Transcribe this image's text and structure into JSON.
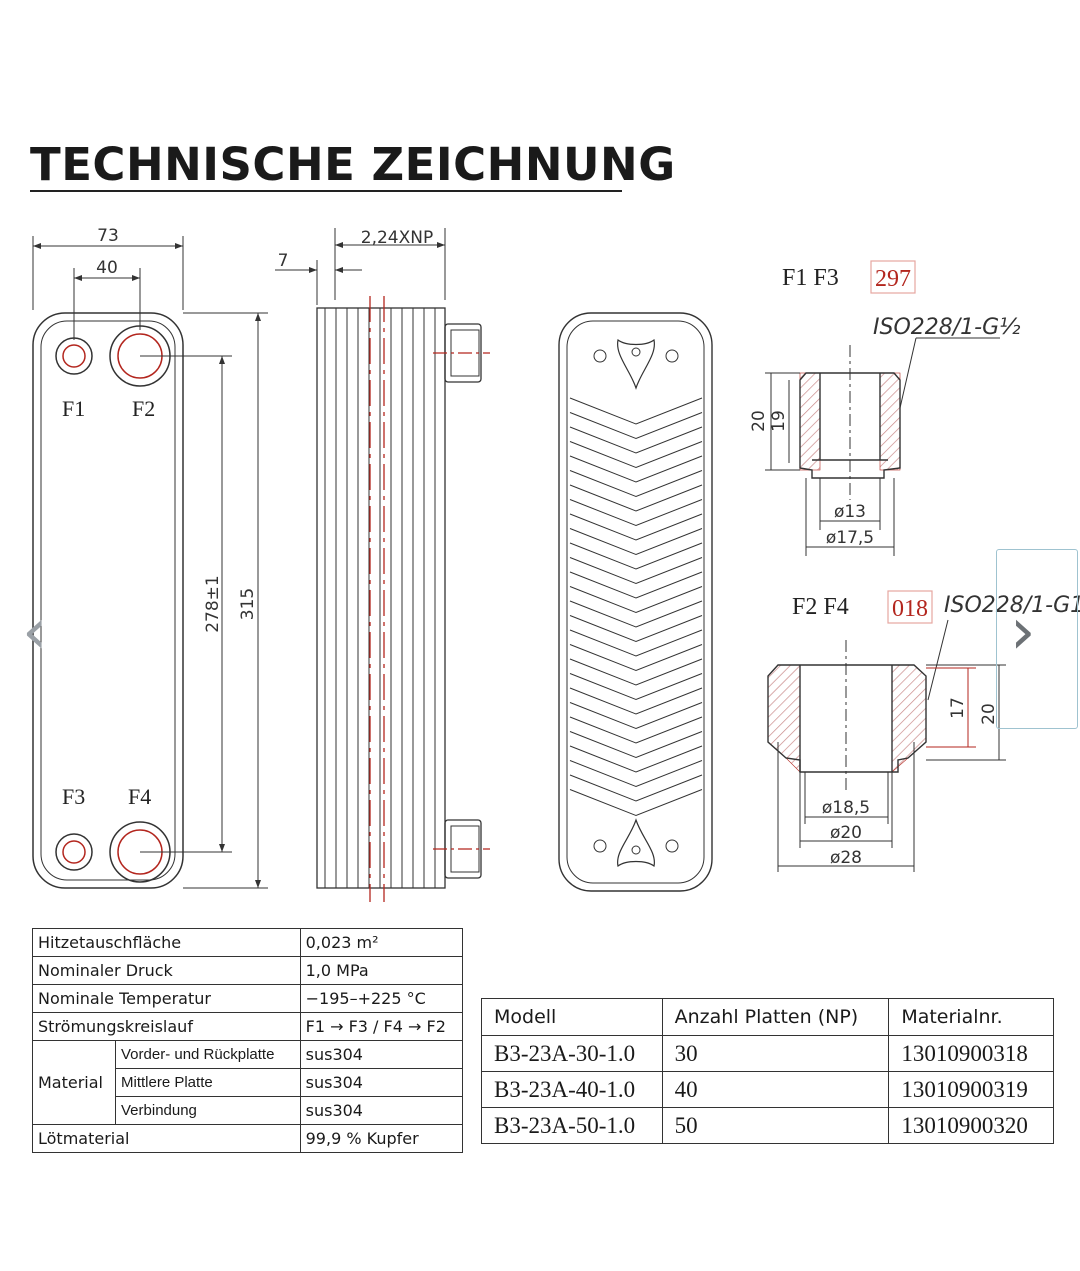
{
  "title": "TECHNISCHE ZEICHNUNG",
  "front_view": {
    "dim_width": "73",
    "dim_port_spacing": "40",
    "dim_port_height": "278±1",
    "dim_height": "315",
    "ports": [
      "F1",
      "F2",
      "F3",
      "F4"
    ]
  },
  "side_view": {
    "dim_thickness": "2,24XNP",
    "dim_offset": "7"
  },
  "detail_f1_f3": {
    "ports": "F1 F3",
    "code": "297",
    "thread": "ISO228/1-G½",
    "dim_height_outer": "20",
    "dim_height_inner": "19",
    "dim_bore": "ø13",
    "dim_outer": "ø17,5"
  },
  "detail_f2_f4": {
    "ports": "F2 F4",
    "code": "018",
    "thread": "ISO228/1-G1",
    "dim_height_inner": "17",
    "dim_height_outer": "20",
    "dim_bore": "ø18,5",
    "dim_mid": "ø20",
    "dim_outer": "ø28"
  },
  "specs": {
    "rows": [
      {
        "key": "Hitzetauschfläche",
        "value": "0,023 m²"
      },
      {
        "key": "Nominaler Druck",
        "value": "1,0 MPa"
      },
      {
        "key": "Nominale Temperatur",
        "value": "−195–+225 °C"
      },
      {
        "key": "Strömungskreislauf",
        "value": "F1 → F3 / F4 → F2"
      }
    ],
    "material_label": "Material",
    "material_rows": [
      {
        "key": "Vorder- und Rückplatte",
        "value": "sus304"
      },
      {
        "key": "Mittlere Platte",
        "value": "sus304"
      },
      {
        "key": "Verbindung",
        "value": "sus304"
      }
    ],
    "solder": {
      "key": "Lötmaterial",
      "value": "99,9 % Kupfer"
    }
  },
  "models": {
    "headers": [
      "Modell",
      "Anzahl Platten (NP)",
      "Materialnr."
    ],
    "rows": [
      [
        "B3-23A-30-1.0",
        "30",
        "13010900318"
      ],
      [
        "B3-23A-40-1.0",
        "40",
        "13010900319"
      ],
      [
        "B3-23A-50-1.0",
        "50",
        "13010900320"
      ]
    ]
  },
  "nav": {
    "prev_icon": "chevron-left-icon",
    "next_icon": "chevron-right-icon"
  },
  "colors": {
    "line": "#333333",
    "accent_red": "#b3261e",
    "hatch": "#c98a8a"
  }
}
